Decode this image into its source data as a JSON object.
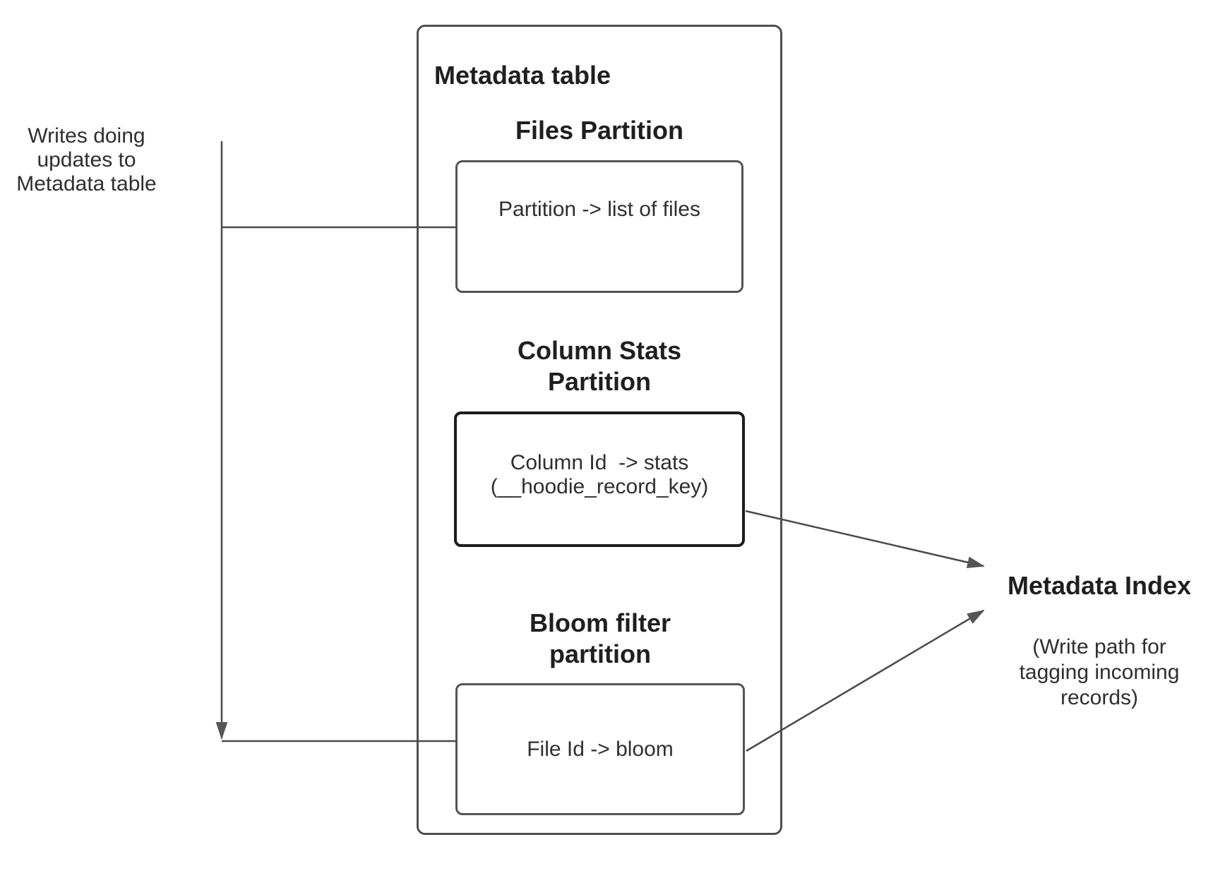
{
  "diagram": {
    "writes_label": "Writes doing\nupdates to\nMetadata table",
    "metadata_table": {
      "title": "Metadata table",
      "files_partition": {
        "heading": "Files Partition",
        "mapping": "Partition -> list of files"
      },
      "column_stats_partition": {
        "heading": "Column Stats\nPartition",
        "mapping": "Column Id  -> stats\n(__hoodie_record_key)"
      },
      "bloom_filter_partition": {
        "heading": "Bloom filter\npartition",
        "mapping": "File Id -> bloom"
      }
    },
    "metadata_index": {
      "title": "Metadata Index",
      "subtitle": "(Write path for\ntagging incoming\nrecords)"
    },
    "colors": {
      "background": "#ffffff",
      "body_text": "#2f2f2f",
      "heading_text": "#1f1f1f",
      "connector_line": "#4a4a4a",
      "arrowhead": "#555555",
      "outer_box_border": "#4f4f4f",
      "partition_box_border": "#545454",
      "column_stats_box_border": "#1c1c1c"
    }
  }
}
